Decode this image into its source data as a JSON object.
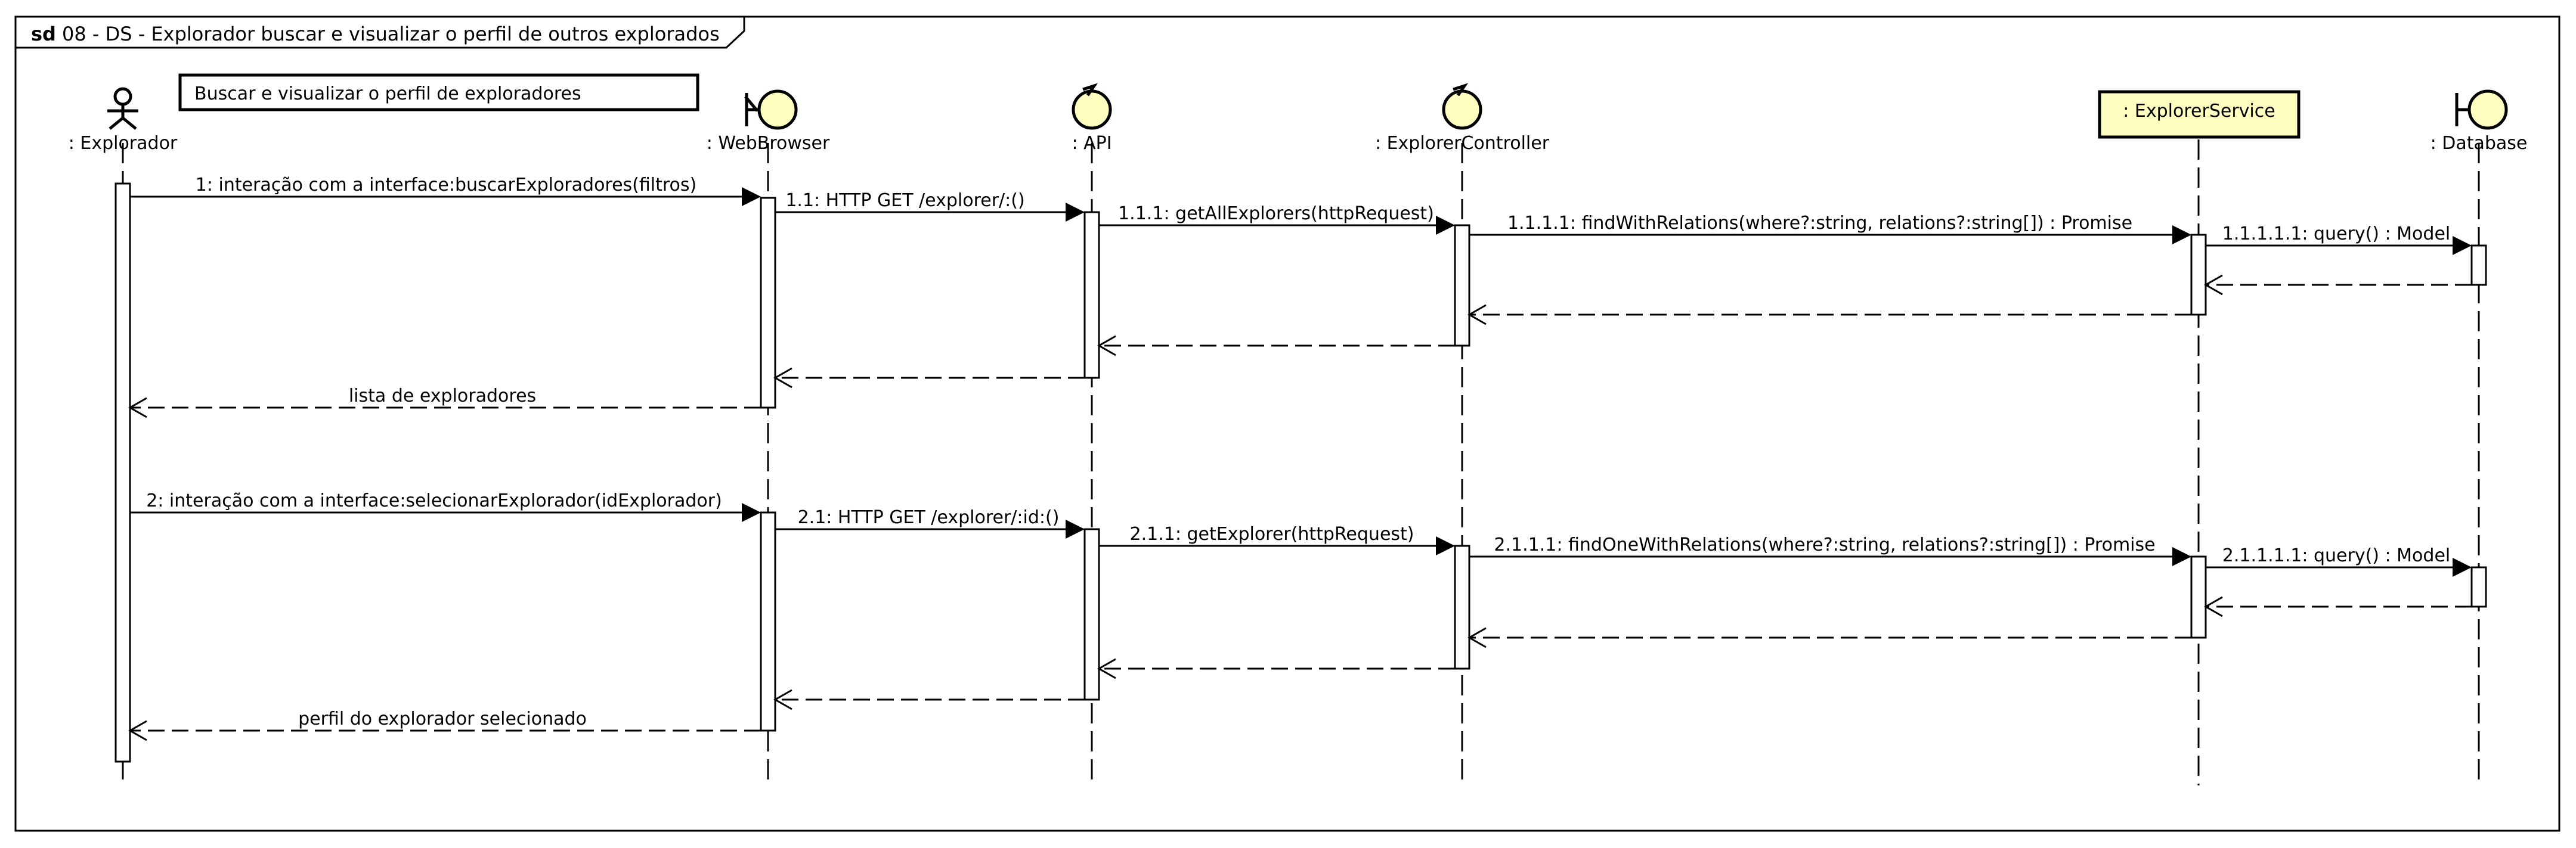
{
  "frame": {
    "keyword": "sd",
    "title": "08 - DS - Explorador buscar e visualizar o perfil de outros explorados"
  },
  "note": "Buscar e visualizar o perfil de exploradores",
  "colors": {
    "stereotype_fill": "#ffffc2",
    "stroke": "#000000"
  },
  "lifelines": [
    {
      "id": "explorador",
      "type": "actor",
      "label": ": Explorador"
    },
    {
      "id": "webbrowser",
      "type": "boundary",
      "label": ": WebBrowser"
    },
    {
      "id": "api",
      "type": "control",
      "label": ": API"
    },
    {
      "id": "controller",
      "type": "control",
      "label": ": ExplorerController"
    },
    {
      "id": "service",
      "type": "box",
      "label": ": ExplorerService"
    },
    {
      "id": "database",
      "type": "boundary",
      "label": ": Database"
    }
  ],
  "messages": [
    {
      "id": "m1",
      "label": "1: interação com a interface:buscarExploradores(filtros)",
      "from": "explorador",
      "to": "webbrowser",
      "kind": "call"
    },
    {
      "id": "m1_1",
      "label": "1.1: HTTP GET /explorer/:()",
      "from": "webbrowser",
      "to": "api",
      "kind": "call"
    },
    {
      "id": "m1_1_1",
      "label": "1.1.1: getAllExplorers(httpRequest)",
      "from": "api",
      "to": "controller",
      "kind": "call"
    },
    {
      "id": "m1_1_1_1",
      "label": "1.1.1.1: findWithRelations(where?:string, relations?:string[]) : Promise",
      "from": "controller",
      "to": "service",
      "kind": "call"
    },
    {
      "id": "m1_1_1_1_1",
      "label": "1.1.1.1.1: query() : Model",
      "from": "service",
      "to": "database",
      "kind": "call"
    },
    {
      "id": "r1_db",
      "label": "",
      "from": "database",
      "to": "service",
      "kind": "return"
    },
    {
      "id": "r1_svc",
      "label": "",
      "from": "service",
      "to": "controller",
      "kind": "return"
    },
    {
      "id": "r1_ctl",
      "label": "",
      "from": "controller",
      "to": "api",
      "kind": "return"
    },
    {
      "id": "r1_api",
      "label": "",
      "from": "api",
      "to": "webbrowser",
      "kind": "return"
    },
    {
      "id": "r1_wb",
      "label": "lista de exploradores",
      "from": "webbrowser",
      "to": "explorador",
      "kind": "return"
    },
    {
      "id": "m2",
      "label": "2: interação com a interface:selecionarExplorador(idExplorador)",
      "from": "explorador",
      "to": "webbrowser",
      "kind": "call"
    },
    {
      "id": "m2_1",
      "label": "2.1: HTTP GET /explorer/:id:()",
      "from": "webbrowser",
      "to": "api",
      "kind": "call"
    },
    {
      "id": "m2_1_1",
      "label": "2.1.1: getExplorer(httpRequest)",
      "from": "api",
      "to": "controller",
      "kind": "call"
    },
    {
      "id": "m2_1_1_1",
      "label": "2.1.1.1: findOneWithRelations(where?:string, relations?:string[]) : Promise",
      "from": "controller",
      "to": "service",
      "kind": "call"
    },
    {
      "id": "m2_1_1_1_1",
      "label": "2.1.1.1.1: query() : Model",
      "from": "service",
      "to": "database",
      "kind": "call"
    },
    {
      "id": "r2_db",
      "label": "",
      "from": "database",
      "to": "service",
      "kind": "return"
    },
    {
      "id": "r2_svc",
      "label": "",
      "from": "service",
      "to": "controller",
      "kind": "return"
    },
    {
      "id": "r2_ctl",
      "label": "",
      "from": "controller",
      "to": "api",
      "kind": "return"
    },
    {
      "id": "r2_api",
      "label": "",
      "from": "api",
      "to": "webbrowser",
      "kind": "return"
    },
    {
      "id": "r2_wb",
      "label": "perfil do explorador selecionado",
      "from": "webbrowser",
      "to": "explorador",
      "kind": "return"
    }
  ]
}
